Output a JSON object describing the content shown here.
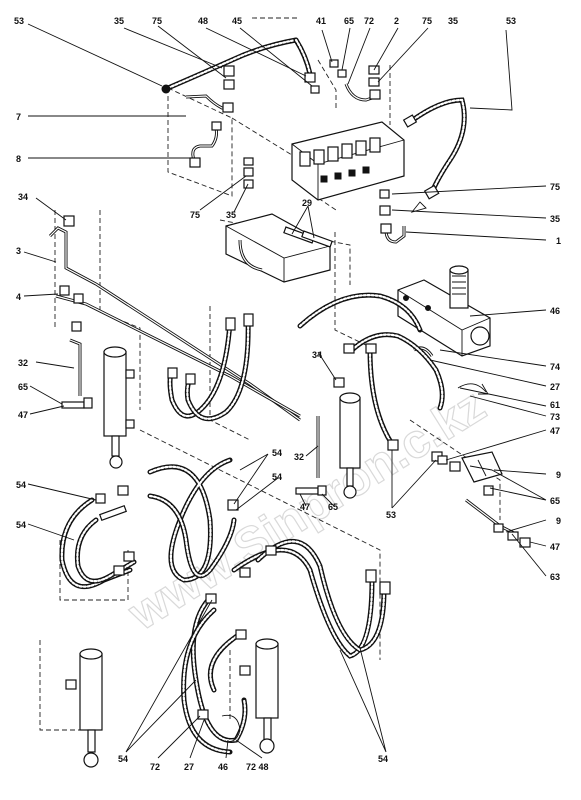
{
  "watermark": "www.Sinpron.c.kz",
  "callouts": {
    "n53_tl": "53",
    "n35_t": "35",
    "n75_t": "75",
    "n48_t": "48",
    "n45_t": "45",
    "n41_t": "41",
    "n65_t": "65",
    "n72_t": "72",
    "n2_t": "2",
    "n75_tr": "75",
    "n35_tr": "35",
    "n53_tr": "53",
    "n7": "7",
    "n8": "8",
    "n75_m": "75",
    "n35_m": "35",
    "n29": "29",
    "n75_r": "75",
    "n35_r": "35",
    "n1": "1",
    "n34_l": "34",
    "n3": "3",
    "n4": "4",
    "n46_r": "46",
    "n74": "74",
    "n27_r": "27",
    "n61": "61",
    "n73_r": "73",
    "n32_l": "32",
    "n65_l": "65",
    "n47_l": "47",
    "n34_c": "34",
    "n32_c": "32",
    "n47_c": "47",
    "n65_c": "65",
    "n53_c": "53",
    "n47_r1": "47",
    "n9_r1": "9",
    "n65_r": "65",
    "n9_r2": "9",
    "n47_r2": "47",
    "n63_r": "63",
    "n54_a": "54",
    "n54_b": "54",
    "n54_l": "54",
    "n54_bl": "54",
    "n54_br": "54",
    "n72_b": "72",
    "n27_b": "27",
    "n46_b": "46",
    "n7248_b": "72 48"
  }
}
